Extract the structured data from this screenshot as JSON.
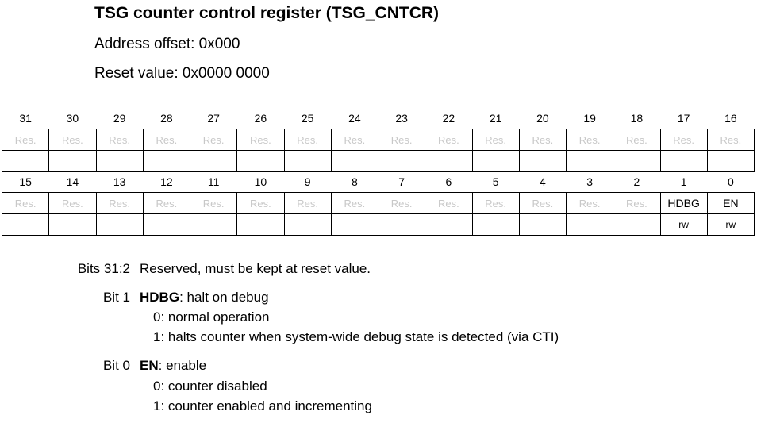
{
  "title": "TSG counter control register (TSG_CNTCR)",
  "address_offset": "Address offset: 0x000",
  "reset_value": "Reset value: 0x0000 0000",
  "upper_row": {
    "bits": [
      "31",
      "30",
      "29",
      "28",
      "27",
      "26",
      "25",
      "24",
      "23",
      "22",
      "21",
      "20",
      "19",
      "18",
      "17",
      "16"
    ],
    "names": [
      "Res.",
      "Res.",
      "Res.",
      "Res.",
      "Res.",
      "Res.",
      "Res.",
      "Res.",
      "Res.",
      "Res.",
      "Res.",
      "Res.",
      "Res.",
      "Res.",
      "Res.",
      "Res."
    ],
    "access": [
      "",
      "",
      "",
      "",
      "",
      "",
      "",
      "",
      "",
      "",
      "",
      "",
      "",
      "",
      "",
      ""
    ]
  },
  "lower_row": {
    "bits": [
      "15",
      "14",
      "13",
      "12",
      "11",
      "10",
      "9",
      "8",
      "7",
      "6",
      "5",
      "4",
      "3",
      "2",
      "1",
      "0"
    ],
    "names": [
      "Res.",
      "Res.",
      "Res.",
      "Res.",
      "Res.",
      "Res.",
      "Res.",
      "Res.",
      "Res.",
      "Res.",
      "Res.",
      "Res.",
      "Res.",
      "Res.",
      "HDBG",
      "EN"
    ],
    "access": [
      "",
      "",
      "",
      "",
      "",
      "",
      "",
      "",
      "",
      "",
      "",
      "",
      "",
      "",
      "rw",
      "rw"
    ]
  },
  "descriptions": {
    "reserved": {
      "label": "Bits 31:2",
      "text": "Reserved, must be kept at reset value."
    },
    "hdbg": {
      "label": "Bit 1",
      "name": "HDBG",
      "summary": ": halt on debug",
      "values": [
        "0: normal operation",
        "1: halts counter when system-wide debug state is detected (via CTI)"
      ]
    },
    "en": {
      "label": "Bit 0",
      "name": "EN",
      "summary": ": enable",
      "values": [
        "0: counter disabled",
        "1: counter enabled and incrementing"
      ]
    }
  }
}
